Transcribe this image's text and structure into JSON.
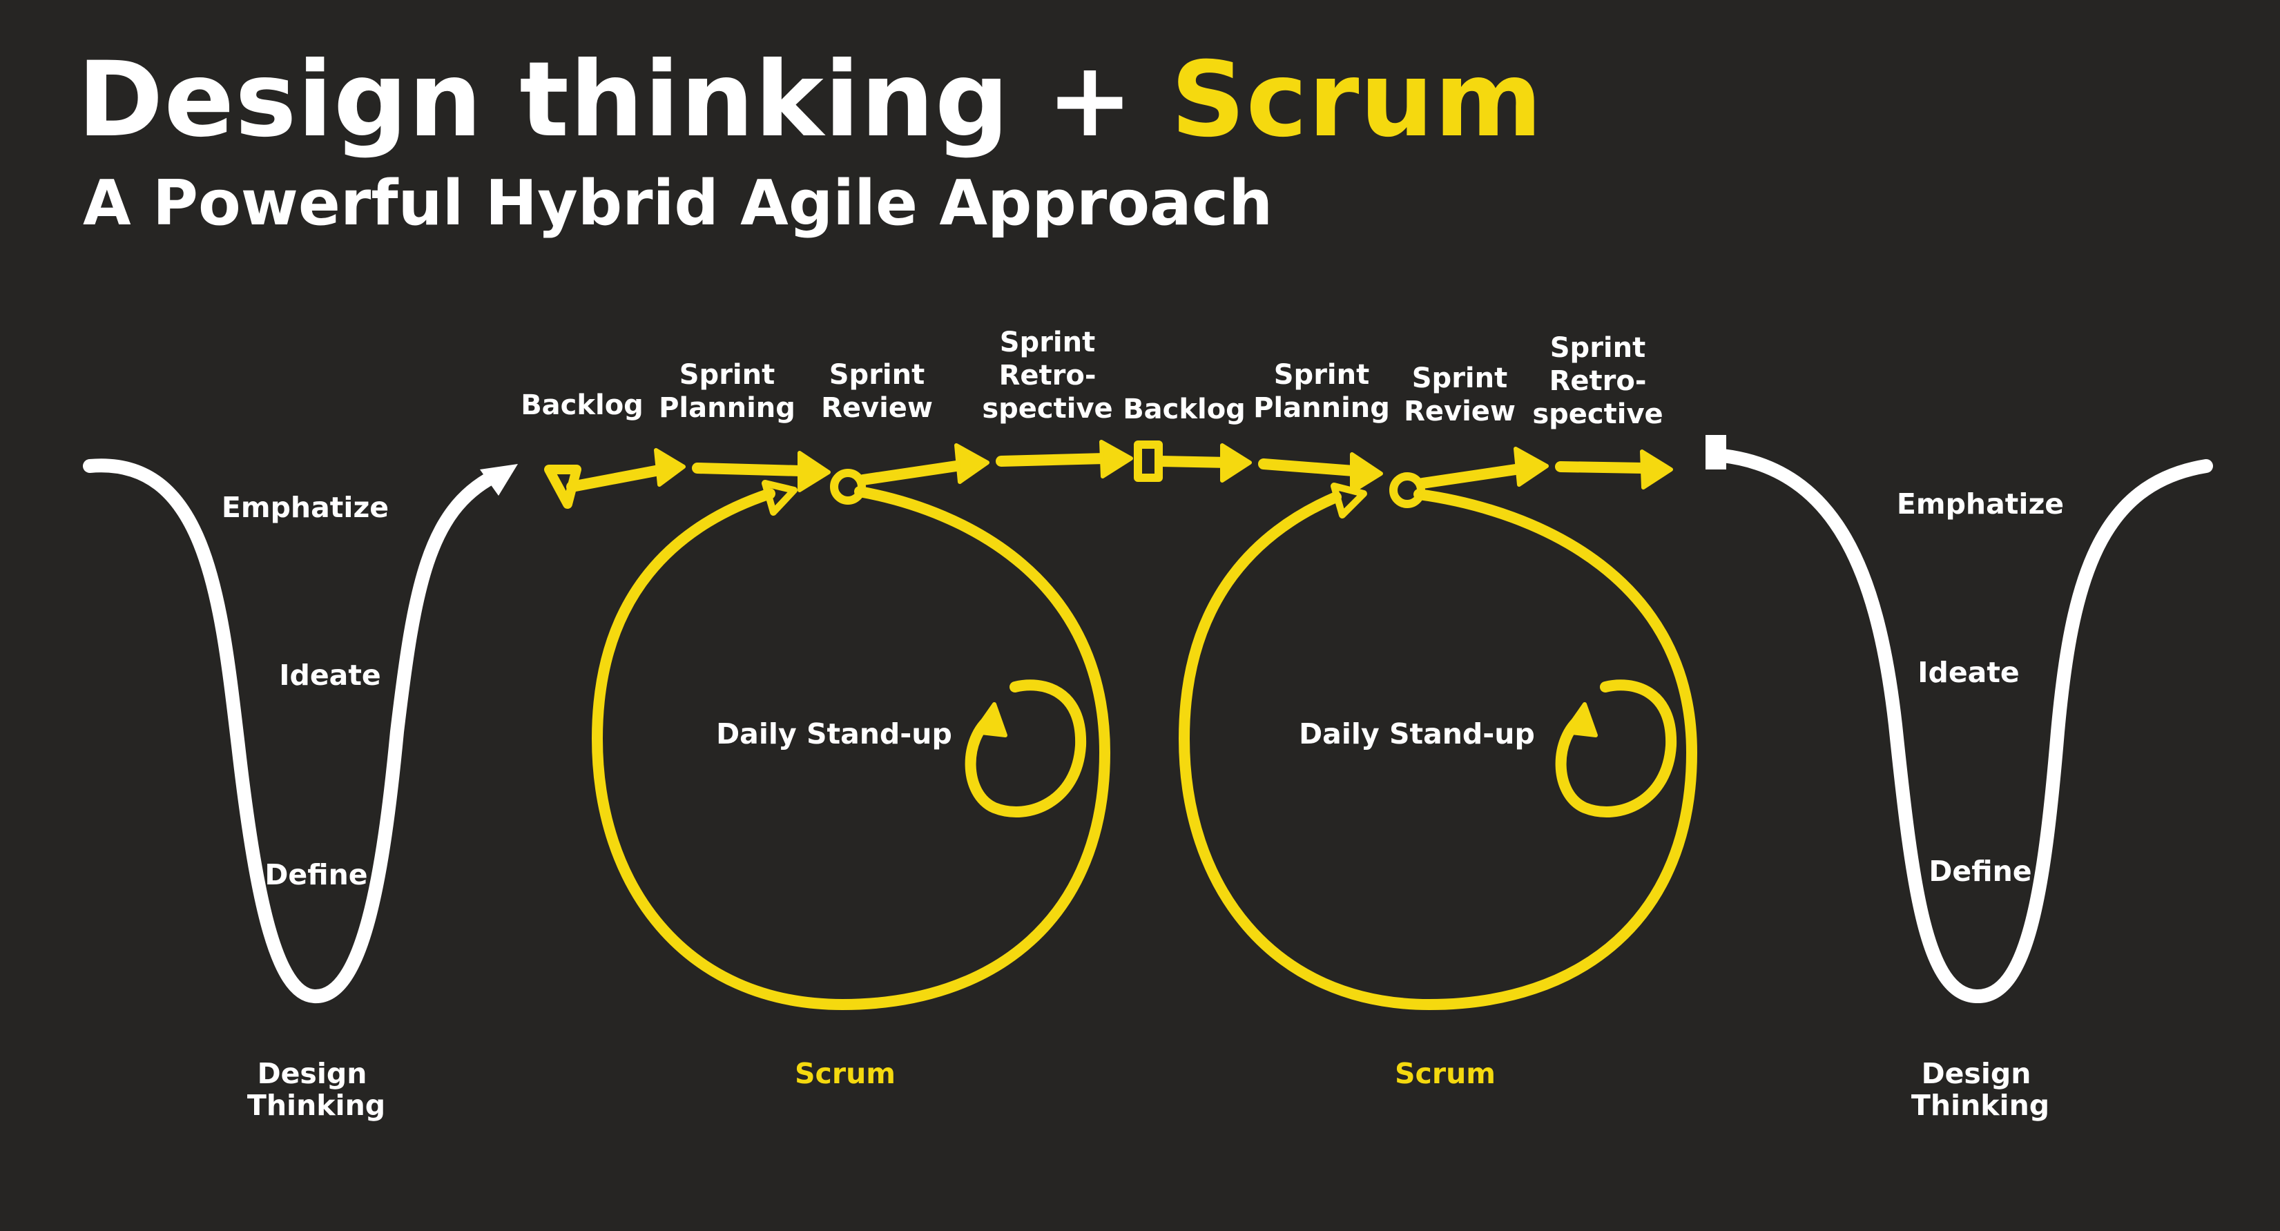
{
  "title": {
    "part1": "Design thinking + ",
    "part2": "Scrum"
  },
  "subtitle": "A Powerful Hybrid Agile Approach",
  "design_thinking_left": {
    "steps": [
      "Emphatize",
      "Ideate",
      "Define"
    ],
    "caption_line1": "Design",
    "caption_line2": "Thinking"
  },
  "scrum_cycles": [
    {
      "steps": [
        {
          "lines": [
            "Backlog"
          ]
        },
        {
          "lines": [
            "Sprint",
            "Planning"
          ]
        },
        {
          "lines": [
            "Sprint",
            "Review"
          ]
        },
        {
          "lines": [
            "Sprint",
            "Retro-",
            "spective"
          ]
        }
      ],
      "center_label": "Daily Stand-up",
      "caption": "Scrum"
    },
    {
      "steps": [
        {
          "lines": [
            "Backlog"
          ]
        },
        {
          "lines": [
            "Sprint",
            "Planning"
          ]
        },
        {
          "lines": [
            "Sprint",
            "Review"
          ]
        },
        {
          "lines": [
            "Sprint",
            "Retro-",
            "spective"
          ]
        }
      ],
      "center_label": "Daily Stand-up",
      "caption": "Scrum"
    }
  ],
  "design_thinking_right": {
    "steps": [
      "Emphatize",
      "Ideate",
      "Define"
    ],
    "caption_line1": "Design",
    "caption_line2": "Thinking"
  },
  "colors": {
    "background": "#262523",
    "accent_yellow": "#f5d90f",
    "white": "#ffffff"
  }
}
